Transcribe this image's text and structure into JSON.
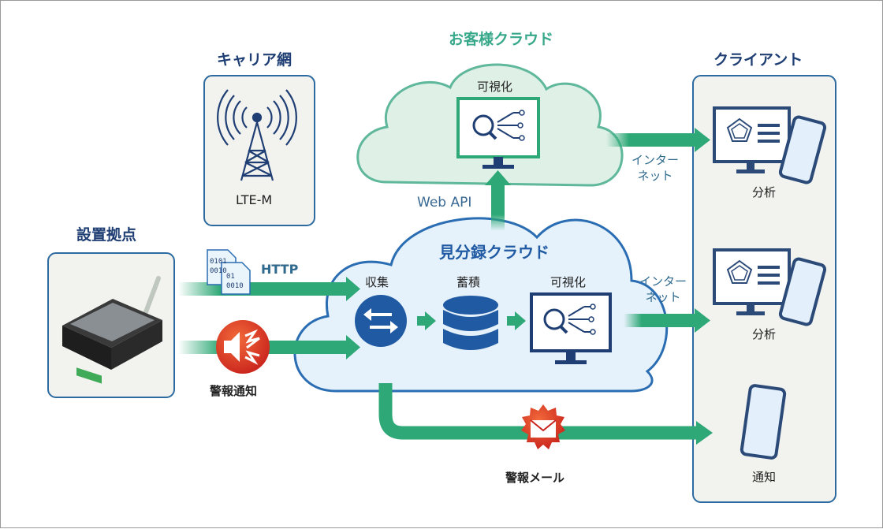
{
  "labels": {
    "carrier": "キャリア網",
    "lte": "LTE-M",
    "customer_cloud": "お客様クラウド",
    "customer_visualize": "可視化",
    "client": "クライアント",
    "site": "設置拠点",
    "http": "HTTP",
    "alarm_notify": "警報通知",
    "mibunroku_cloud": "見分録クラウド",
    "collect": "収集",
    "store": "蓄積",
    "visualize": "可視化",
    "web_api": "Web API",
    "internet_1": "インター\nネット",
    "internet_2": "インター\nネット",
    "analysis_1": "分析",
    "analysis_2": "分析",
    "notify": "通知",
    "alarm_mail": "警報メール",
    "binary": "0101\n0010"
  },
  "colors": {
    "arrow_green": "#2ea876",
    "navy": "#1f3f74",
    "cloud_green_fill": "#dff0e7",
    "cloud_green_stroke": "#5fb89b",
    "cloud_blue_fill": "#e6f2fb",
    "cloud_blue_stroke": "#2a6db3",
    "panel_fill": "#f2f2ee",
    "panel_stroke": "#2c6aa0",
    "alert_red": "#e0452a"
  }
}
